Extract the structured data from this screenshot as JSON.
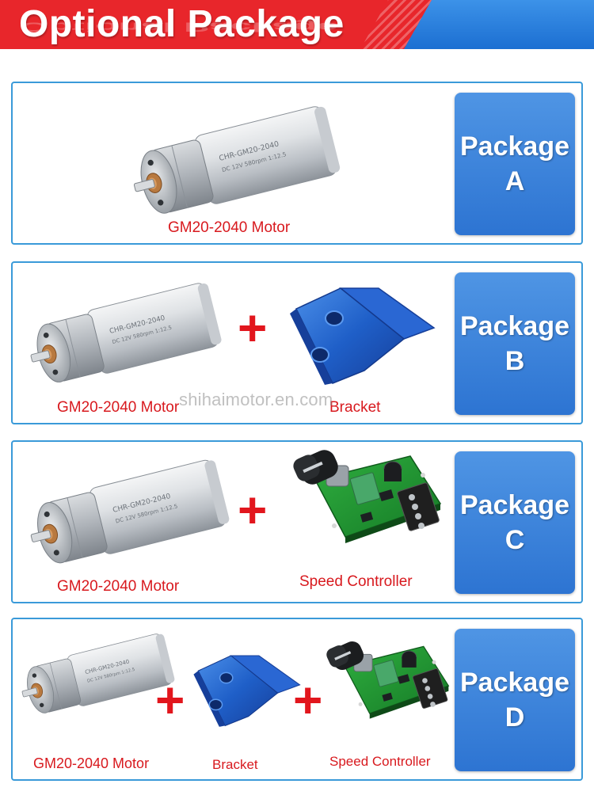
{
  "header": {
    "title": "Optional Package",
    "colors": {
      "red": "#e8262b",
      "blue": "#1c6fd2"
    }
  },
  "watermark": "shihaimotor.en.com",
  "motor_label": {
    "line1": "CHR-GM20-2040",
    "line2": "DC 12V 580rpm 1:12.5"
  },
  "packages": [
    {
      "badge_word": "Package",
      "badge_letter": "A",
      "items": [
        "GM20-2040 Motor"
      ]
    },
    {
      "badge_word": "Package",
      "badge_letter": "B",
      "items": [
        "GM20-2040 Motor",
        "Bracket"
      ]
    },
    {
      "badge_word": "Package",
      "badge_letter": "C",
      "items": [
        "GM20-2040 Motor",
        "Speed Controller"
      ]
    },
    {
      "badge_word": "Package",
      "badge_letter": "D",
      "items": [
        "GM20-2040 Motor",
        "Bracket",
        "Speed Controller"
      ]
    }
  ],
  "plus_sign": "+",
  "icons": [
    "gear-motor-image",
    "bracket-image",
    "speed-controller-image"
  ]
}
